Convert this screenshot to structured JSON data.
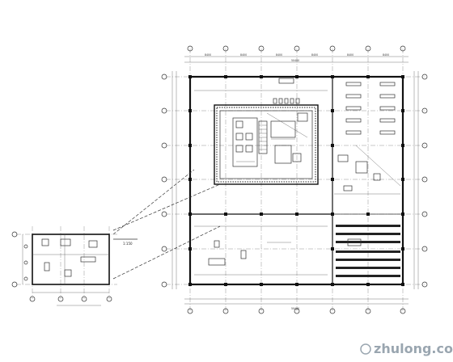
{
  "drawing": {
    "detail_scale_label": "1:150",
    "watermark_text": "zhulong.com",
    "dim_text_top": [
      "8400",
      "8400",
      "8400",
      "8400",
      "8400",
      "8400"
    ],
    "dim_text_total": "50400"
  }
}
